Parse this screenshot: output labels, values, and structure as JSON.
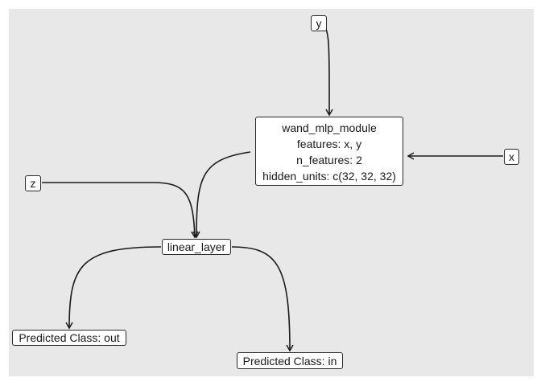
{
  "nodes": {
    "y": "y",
    "x": "x",
    "z": "z",
    "module": {
      "lines": [
        "wand_mlp_module",
        "features: x, y",
        "n_features: 2",
        "hidden_units: c(32, 32, 32)"
      ]
    },
    "linear": "linear_layer",
    "out": "Predicted Class: out",
    "in": "Predicted Class: in"
  },
  "colors": {
    "background": "#e8e8e8",
    "edge": "#1a1a1a"
  }
}
